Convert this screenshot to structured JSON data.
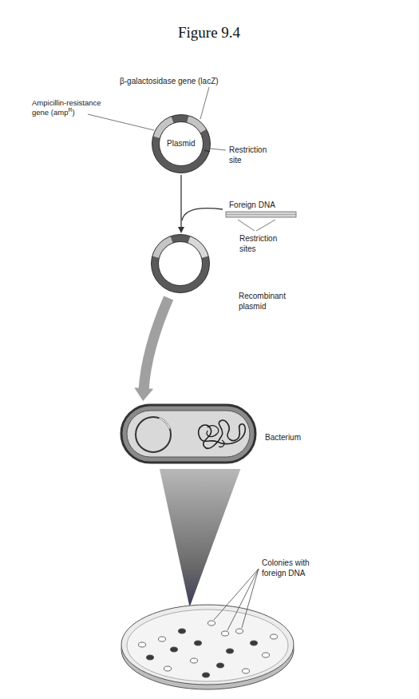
{
  "diagram": {
    "title": "Figure 9.4",
    "nodes": [
      {
        "text": [
          "Plasmid"
        ]
      },
      {
        "text": [
          "Recombinant plasmid"
        ]
      },
      {
        "text": [
          "Bacterium"
        ]
      },
      {
        "text": [
          "Colonies with foreign DNA"
        ]
      }
    ],
    "edges": [
      {
        "from": 0,
        "to": 1,
        "arrow": "to"
      },
      {
        "from": 1,
        "to": 2,
        "arrow": "to"
      },
      {
        "from": 2,
        "to": 3,
        "arrow": "to"
      }
    ],
    "labels": [
      "β-galactosidase gene (lacZ)",
      "Ampicillin-resistance gene (amp",
      "R",
      ")",
      "Restriction site",
      "Foreign DNA",
      "Restriction sites"
    ]
  }
}
